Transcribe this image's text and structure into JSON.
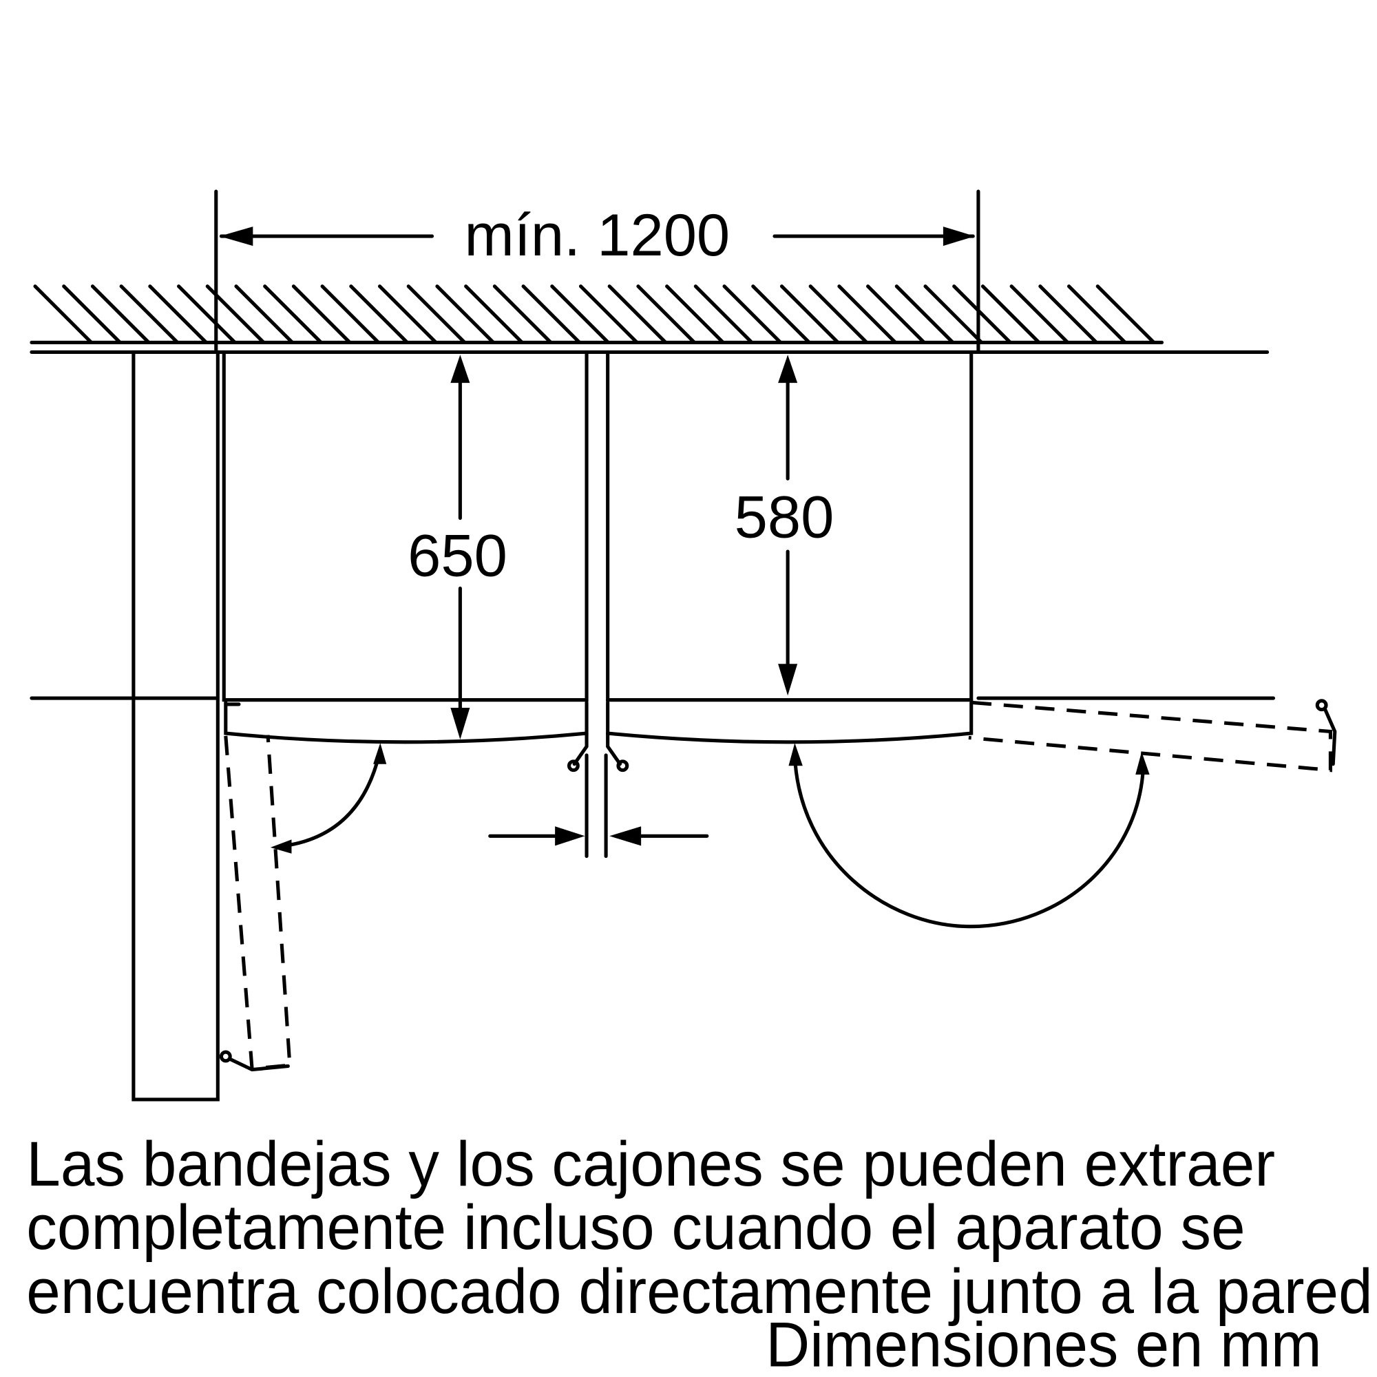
{
  "dimensions": {
    "min_width": "mín. 1200",
    "depth_with_door": "650",
    "depth_body": "580"
  },
  "note": {
    "line1": "Las bandejas y los cajones se pueden extraer",
    "line2": "completamente incluso cuando el aparato se",
    "line3": "encuentra colocado directamente junto a la pared",
    "units": "Dimensiones en mm"
  }
}
